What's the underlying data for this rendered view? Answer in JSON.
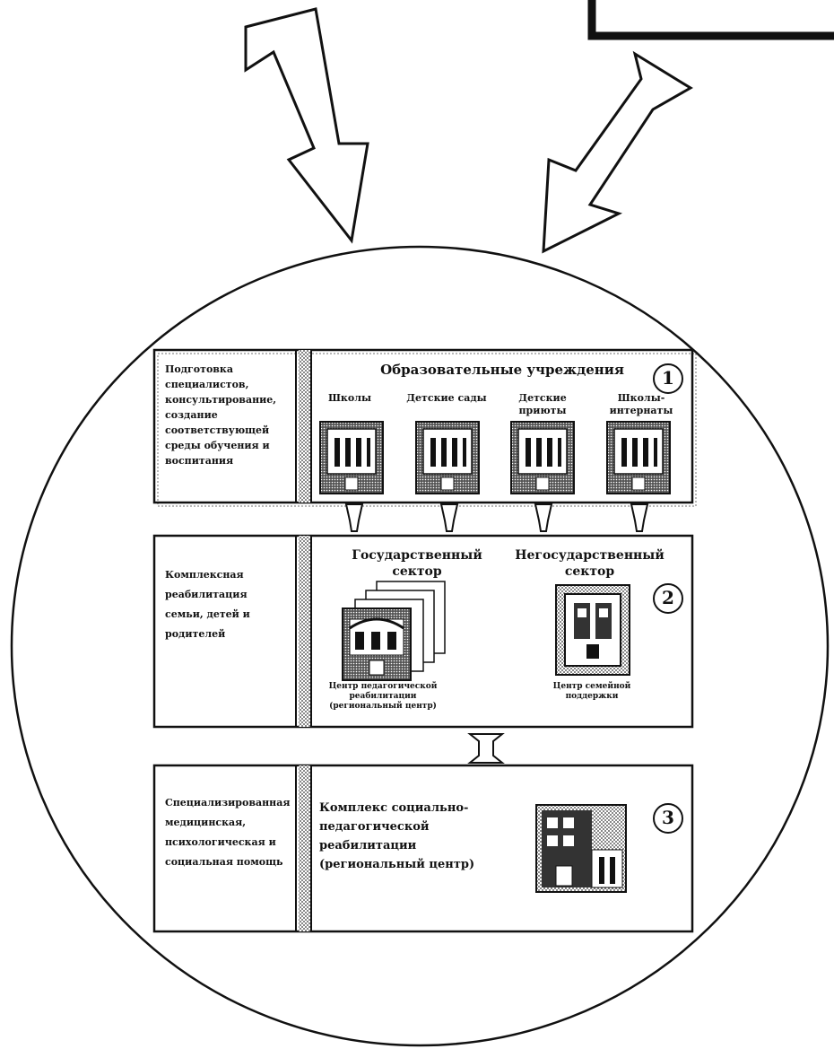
{
  "tier1": {
    "number": "1",
    "side_text": "Подготовка специалистов, консультирование, создание соответствующей среды обучения и воспитания",
    "title": "Образовательные учреждения",
    "columns": [
      "Школы",
      "Детские сады",
      "Детские приюты",
      "Школы-интернаты"
    ]
  },
  "tier2": {
    "number": "2",
    "side_text": "Комплексная реабилитация семьи, детей и родителей",
    "state_sector": "Государственный сектор",
    "nonstate_sector": "Негосударственный сектор",
    "state_caption": "Центр педагогической реабилитации (региональный центр)",
    "nonstate_caption": "Центр семейной поддержки"
  },
  "tier3": {
    "number": "3",
    "side_text": "Специализированная медицинская, психологическая и социальная помощь",
    "main_text": "Комплекс социально-педагогической реабилитации (региональный центр)"
  }
}
